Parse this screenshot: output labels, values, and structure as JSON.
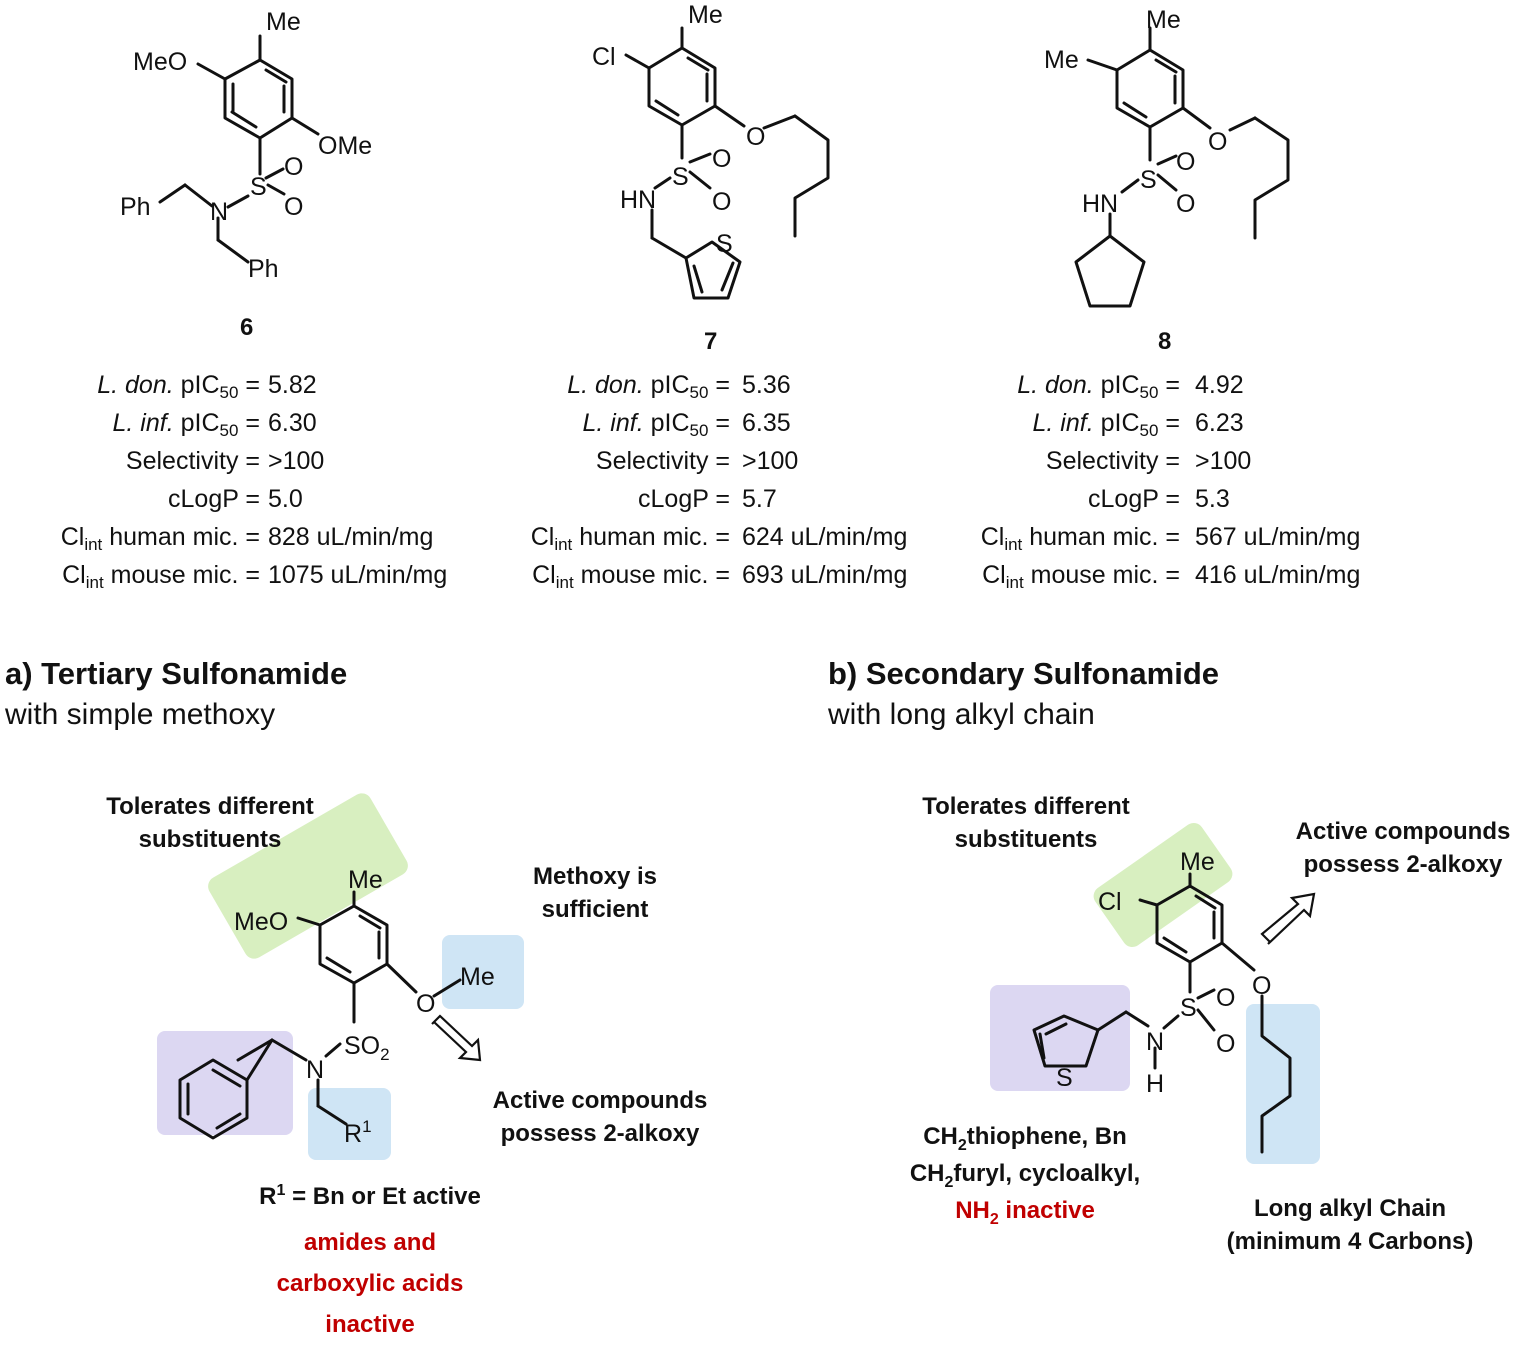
{
  "compounds": [
    {
      "number": "6",
      "props": [
        {
          "label_pre": "",
          "label_italic": "L. don.",
          "label_post": " pIC",
          "label_sub": "50",
          "eq": " =",
          "value": "5.82"
        },
        {
          "label_pre": "",
          "label_italic": "L. inf.",
          "label_post": " pIC",
          "label_sub": "50",
          "eq": " =",
          "value": "6.30"
        },
        {
          "label_pre": "Selectivity",
          "label_italic": "",
          "label_post": "",
          "label_sub": "",
          "eq": " =",
          "value": ">100"
        },
        {
          "label_pre": "cLogP",
          "label_italic": "",
          "label_post": "",
          "label_sub": "",
          "eq": " =",
          "value": "5.0"
        },
        {
          "label_pre": "Cl",
          "label_italic": "",
          "label_post": "",
          "label_sub": "int",
          "label_tail": " human mic.",
          "eq": " =",
          "value": "828 uL/min/mg"
        },
        {
          "label_pre": "Cl",
          "label_italic": "",
          "label_post": "",
          "label_sub": "int",
          "label_tail": " mouse mic.",
          "eq": " =",
          "value": "1075 uL/min/mg"
        }
      ]
    },
    {
      "number": "7",
      "props": [
        {
          "label_pre": "",
          "label_italic": "L. don.",
          "label_post": " pIC",
          "label_sub": "50",
          "eq": " =",
          "value": "5.36"
        },
        {
          "label_pre": "",
          "label_italic": "L. inf.",
          "label_post": " pIC",
          "label_sub": "50",
          "eq": " =",
          "value": "6.35"
        },
        {
          "label_pre": "Selectivity",
          "label_italic": "",
          "label_post": "",
          "label_sub": "",
          "eq": " =",
          "value": ">100"
        },
        {
          "label_pre": "cLogP",
          "label_italic": "",
          "label_post": "",
          "label_sub": "",
          "eq": " =",
          "value": "5.7"
        },
        {
          "label_pre": "Cl",
          "label_italic": "",
          "label_post": "",
          "label_sub": "int",
          "label_tail": " human mic.",
          "eq": " =",
          "value": "624 uL/min/mg"
        },
        {
          "label_pre": "Cl",
          "label_italic": "",
          "label_post": "",
          "label_sub": "int",
          "label_tail": " mouse mic.",
          "eq": " =",
          "value": "693 uL/min/mg"
        }
      ]
    },
    {
      "number": "8",
      "props": [
        {
          "label_pre": "",
          "label_italic": "L. don.",
          "label_post": " pIC",
          "label_sub": "50",
          "eq": " =",
          "value": "4.92"
        },
        {
          "label_pre": "",
          "label_italic": "L. inf.",
          "label_post": " pIC",
          "label_sub": "50",
          "eq": " =",
          "value": "6.23"
        },
        {
          "label_pre": "Selectivity",
          "label_italic": "",
          "label_post": "",
          "label_sub": "",
          "eq": " =",
          "value": ">100"
        },
        {
          "label_pre": "cLogP",
          "label_italic": "",
          "label_post": "",
          "label_sub": "",
          "eq": " =",
          "value": "5.3"
        },
        {
          "label_pre": "Cl",
          "label_italic": "",
          "label_post": "",
          "label_sub": "int",
          "label_tail": " human mic.",
          "eq": " =",
          "value": "567 uL/min/mg"
        },
        {
          "label_pre": "Cl",
          "label_italic": "",
          "label_post": "",
          "label_sub": "int",
          "label_tail": " mouse mic.",
          "eq": " =",
          "value": "416 uL/min/mg"
        }
      ]
    }
  ],
  "atoms": {
    "me": "Me",
    "meo": "MeO",
    "ome": "OMe",
    "cl": "Cl",
    "o": "O",
    "s": "S",
    "n": "N",
    "hn": "HN",
    "h": "H",
    "ph": "Ph",
    "so": "SO",
    "so_sub": "2",
    "r": "R",
    "r_sup": "1"
  },
  "section_a": {
    "title": "a) Tertiary Sulfonamide",
    "subtitle": "with simple methoxy",
    "note_substituents": [
      "Tolerates different",
      "substituents"
    ],
    "note_methoxy": [
      "Methoxy is",
      "sufficient"
    ],
    "note_alkoxy": [
      "Active compounds",
      "possess 2-alkoxy"
    ],
    "note_r1": {
      "pre": "R",
      "sup": "1",
      "post": " = Bn or Et active"
    },
    "note_inactive": [
      "amides and",
      "carboxylic acids",
      "inactive"
    ]
  },
  "section_b": {
    "title": "b) Secondary Sulfonamide",
    "subtitle": "with long alkyl chain",
    "note_substituents": [
      "Tolerates different",
      "substituents"
    ],
    "note_alkoxy": [
      "Active compounds",
      "possess 2-alkoxy"
    ],
    "note_amine": {
      "l1_pre": "CH",
      "l1_sub": "2",
      "l1_post": "thiophene, Bn",
      "l2_pre": "CH",
      "l2_sub": "2",
      "l2_post": "furyl, cycloalkyl,",
      "l3_pre": "NH",
      "l3_sub": "2",
      "l3_post": " inactive"
    },
    "note_chain": [
      "Long alkyl Chain",
      "(minimum 4 Carbons)"
    ]
  },
  "colors": {
    "green": "#d8efc0",
    "blue": "#cfe5f5",
    "purple": "#dcd7f2",
    "red": "#c00000"
  }
}
